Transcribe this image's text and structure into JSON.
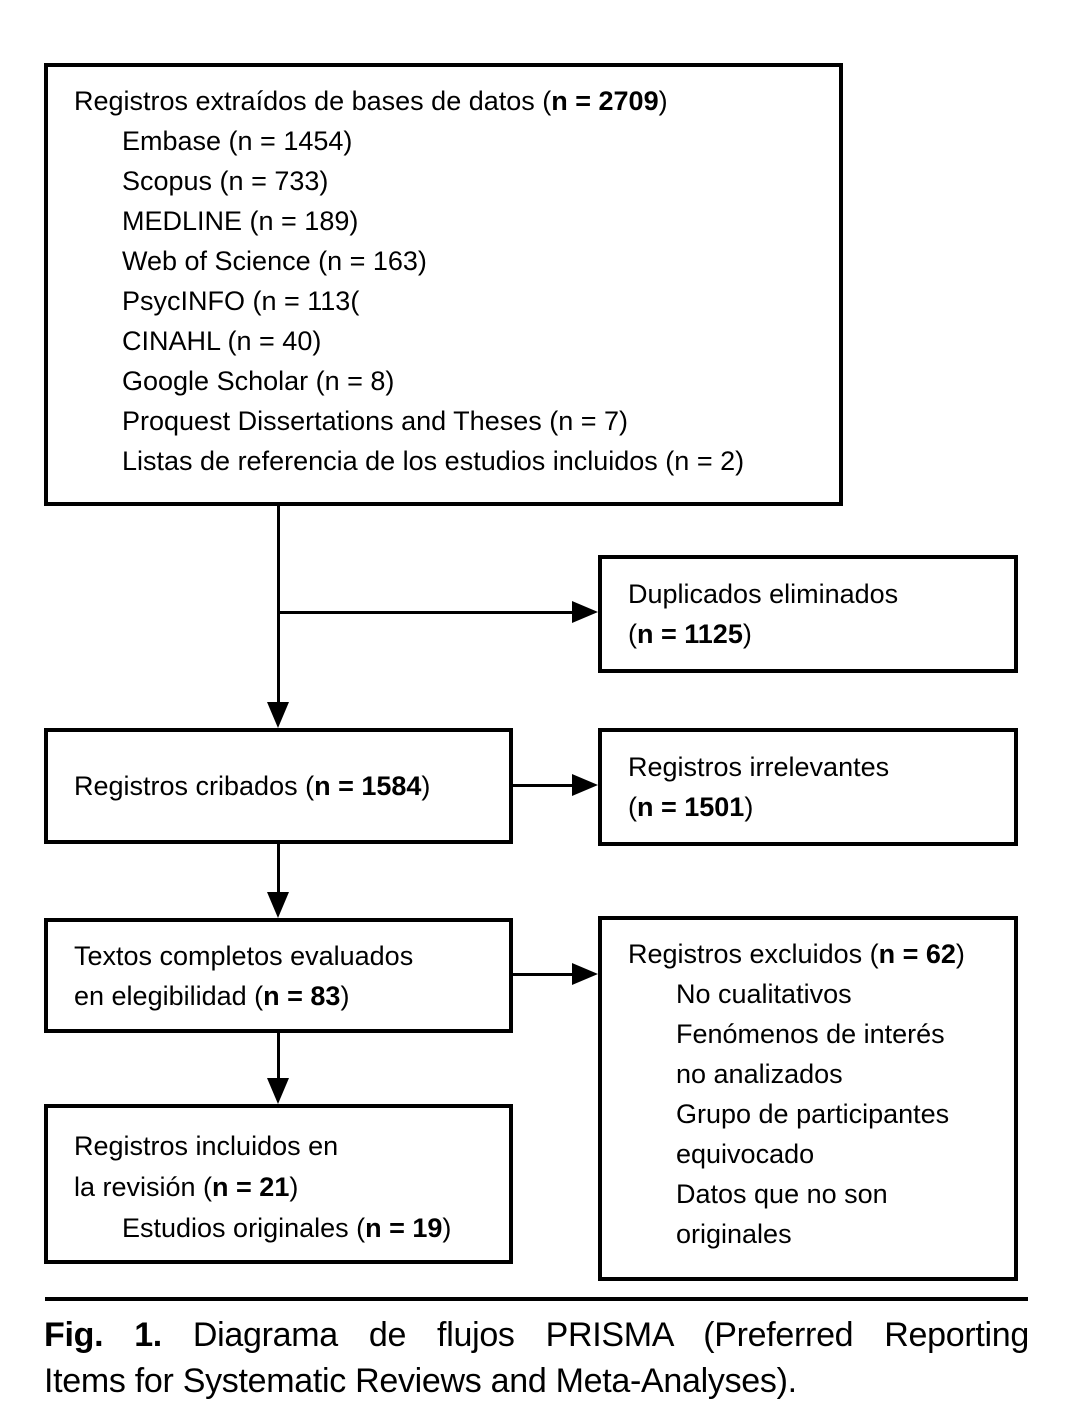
{
  "diagram": {
    "identification": {
      "title": {
        "pre": "Registros extraídos de bases de datos (",
        "bold": "n = 2709",
        "post": ")"
      },
      "sources": [
        "Embase (n = 1454)",
        "Scopus (n = 733)",
        "MEDLINE (n = 189)",
        "Web of Science (n = 163)",
        "PsycINFO (n = 113(",
        "CINAHL (n = 40)",
        "Google Scholar (n = 8)",
        "Proquest Dissertations and Theses (n = 7)",
        "Listas de referencia de los estudios incluidos (n = 2)"
      ]
    },
    "duplicates_removed": {
      "line1": "Duplicados eliminados",
      "line2": {
        "pre": "(",
        "bold": "n = 1125",
        "post": ")"
      }
    },
    "screened": {
      "line1": {
        "pre": "Registros cribados (",
        "bold": "n = 1584",
        "post": ")"
      }
    },
    "irrelevant": {
      "line1": "Registros irrelevantes",
      "line2": {
        "pre": "(",
        "bold": "n = 1501",
        "post": ")"
      }
    },
    "full_text": {
      "line1": "Textos completos evaluados",
      "line2": {
        "pre": "en elegibilidad (",
        "bold": "n = 83",
        "post": ")"
      }
    },
    "excluded": {
      "title": {
        "pre": "Registros excluidos (",
        "bold": "n = 62",
        "post": ")"
      },
      "reason_lines": [
        "No cualitativos",
        "Fenómenos de interés",
        "no analizados",
        "Grupo de participantes",
        "equivocado",
        "Datos que no son",
        "originales"
      ]
    },
    "included": {
      "line1": "Registros incluidos en",
      "line2": {
        "pre": "la revisión (",
        "bold": "n = 21",
        "post": ")"
      },
      "line3": {
        "pre": "Estudios originales (",
        "bold": "n = 19",
        "post": ")"
      }
    }
  },
  "caption": {
    "label": "Fig. 1.",
    "line1_rest": "Diagrama de flujos PRISMA (Preferred Reporting",
    "line2": "Items for Systematic Reviews and Meta-Analyses)."
  },
  "colors": {
    "ink": "#000000",
    "background": "#ffffff"
  }
}
